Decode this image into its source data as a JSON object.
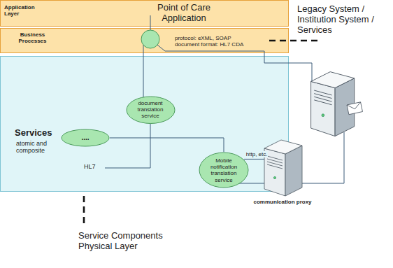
{
  "diagram": {
    "nodes": [
      {
        "text": [
          "Application Layer",
          "Point of Care Application"
        ]
      },
      {
        "text": [
          "Business Processes"
        ]
      },
      {
        "text": [
          "Services",
          "atomic and composite"
        ]
      },
      {
        "text": [
          "document translation service"
        ],
        "in": 2
      },
      {
        "text": [
          "...."
        ],
        "in": 2
      },
      {
        "text": [
          "Mobile notification translation service"
        ],
        "in": 2
      },
      {
        "text": [
          "communication proxy"
        ]
      }
    ],
    "edges": [
      {
        "from": 4,
        "to": 5,
        "arrow": "none"
      },
      {
        "from": 5,
        "to": 6,
        "label": "http, etc.",
        "arrow": "none"
      }
    ],
    "labels": [
      "Legacy System / Institution System / Services",
      "protocol: eXML, SOAP",
      "document format: HL7 CDA",
      "HL7",
      "Service Components Physical Layer"
    ]
  }
}
